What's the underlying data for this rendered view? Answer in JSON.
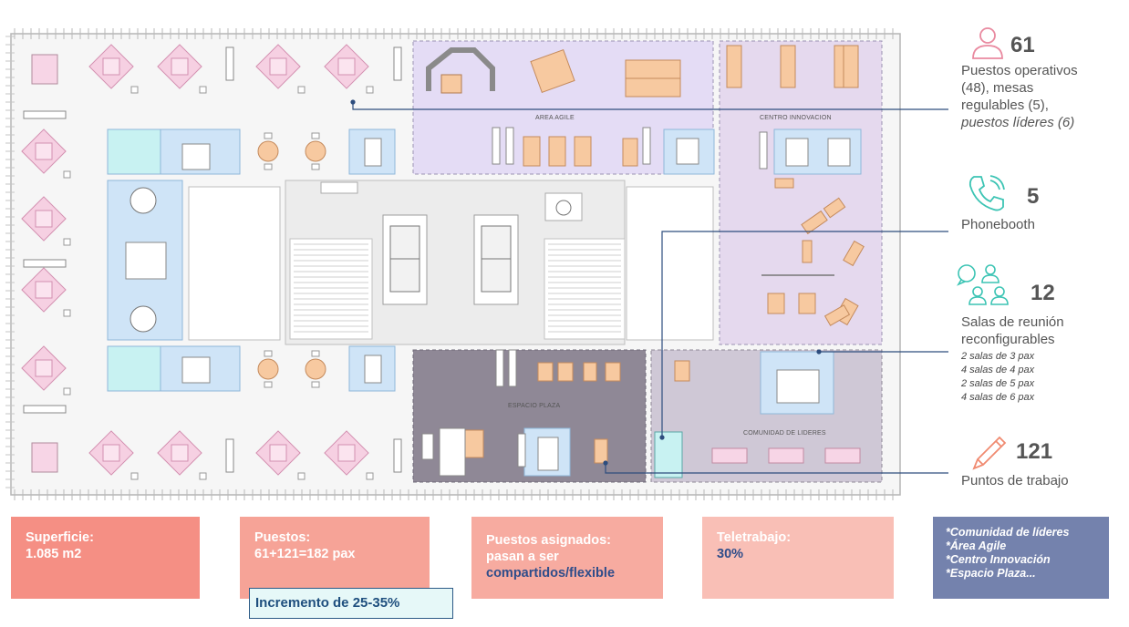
{
  "zones": {
    "area_agile": "AREA AGILE",
    "centro_innovacion": "CENTRO INNOVACION",
    "espacio_plaza": "ESPACIO PLAZA",
    "comunidad_lideres": "COMUNIDAD DE LIDERES"
  },
  "stats": [
    {
      "icon": "person-icon",
      "value": "61",
      "lines": [
        "Puestos operativos",
        "(48), mesas",
        "regulables (5),",
        "puestos líderes (6)"
      ],
      "color": "#e98aa0"
    },
    {
      "icon": "phone-icon",
      "value": "5",
      "lines": [
        "Phonebooth"
      ],
      "color": "#3cc4b4"
    },
    {
      "icon": "meeting-people-icon",
      "value": "12",
      "lines": [
        "Salas de reunión",
        "reconfigurables"
      ],
      "details": [
        "2 salas de 3 pax",
        "4 salas de 4 pax",
        "2 salas de 5 pax",
        "4 salas de 6 pax"
      ],
      "color": "#3cc4b4"
    },
    {
      "icon": "pencil-icon",
      "value": "121",
      "lines": [
        "Puntos de trabajo"
      ],
      "color": "#f08a70"
    }
  ],
  "summary_boxes": [
    {
      "line1": "Superficie:",
      "line2": "1.085 m2",
      "color": "#f58f84"
    },
    {
      "line1": "Puestos:",
      "line2": "61+121=182 pax",
      "color": "#f6a397"
    },
    {
      "line1": "Puestos asignados:",
      "line2": "pasan a ser",
      "line3": "compartidos/flexible",
      "color": "#f7aba0"
    },
    {
      "line1": "Teletrabajo:",
      "line2": "30%",
      "color": "#f9bfb6"
    }
  ],
  "increment": "Incremento de 25-35%",
  "notes": [
    "*Comunidad de líderes",
    "*Área Agile",
    "*Centro Innovación",
    "*Espacio Plaza..."
  ],
  "colors": {
    "agile": "#e4dcf5",
    "innovacion": "#e5d9ee",
    "plaza": "#8f8896",
    "lideres": "#cfc8d6",
    "meeting": "#cfe4f7",
    "phonebooth": "#c8f2f2",
    "desk": "#f7c9a0",
    "pink": "#f4c7dc",
    "leader_line": "#2d4d7e"
  }
}
